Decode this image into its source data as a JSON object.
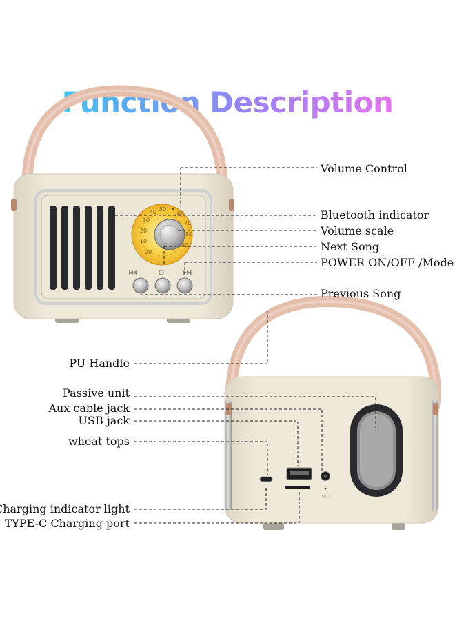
{
  "title": "Function Description",
  "labels": {
    "volume_control": "Volume  Control",
    "bluetooth_indicator": "Bluetooth indicator",
    "volume_scale": "Volume scale",
    "next_song": "Next Song",
    "power_mode": "POWER ON/OFF /Mode",
    "previous_song": "Previous Song",
    "pu_handle": "PU Handle",
    "passive_unit": "Passive unit",
    "aux_jack": "Aux cable jack",
    "usb_jack": "USB jack",
    "wheat_tops": "wheat tops",
    "charging_light": "Charging indicator light",
    "typec_port": "TYPE-C Charging port"
  },
  "dial_numbers": [
    "00",
    "10",
    "20",
    "30",
    "40",
    "50",
    "60",
    "70",
    "80",
    "90"
  ],
  "colors": {
    "body": "#ece6d6",
    "handle": "#e6c2b0",
    "dial": "#f5c43a",
    "speaker_slot": "#2a2a2e"
  },
  "icons": {
    "prev": "previous-track-icon",
    "power": "power-mode-icon",
    "next": "next-track-icon"
  }
}
